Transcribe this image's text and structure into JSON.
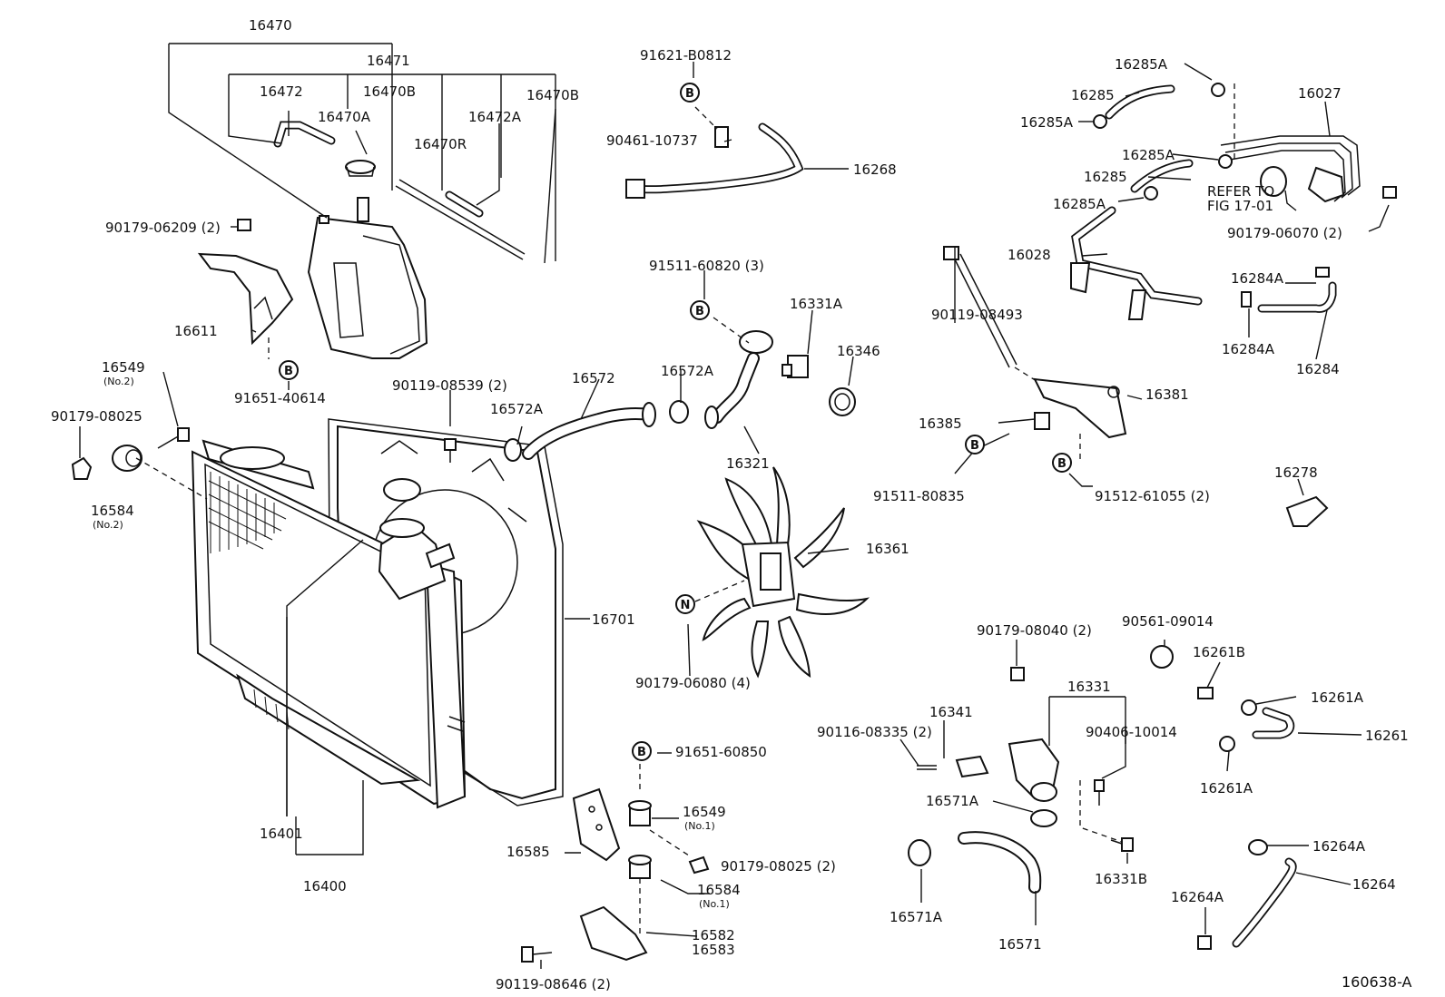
{
  "figure_code": "160638-A",
  "callouts": {
    "p16470": "16470",
    "p16471": "16471",
    "p16472": "16472",
    "p16470B_1": "16470B",
    "p16470B_2": "16470B",
    "p16470A": "16470A",
    "p16472A": "16472A",
    "p16470R": "16470R",
    "p90179_06209": "90179-06209 (2)",
    "p16611": "16611",
    "p91651_40614": "91651-40614",
    "p16549_top": "16549",
    "p16549_top_sub": "(No.2)",
    "p90179_08025_top": "90179-08025",
    "p16584_top": "16584",
    "p16584_top_sub": "(No.2)",
    "p90119_08539": "90119-08539 (2)",
    "p16572": "16572",
    "p16572A_1": "16572A",
    "p16572A_2": "16572A",
    "p16701": "16701",
    "p16401": "16401",
    "p16400": "16400",
    "p91621_B0812": "91621-B0812",
    "p90461_10737": "90461-10737",
    "p16268": "16268",
    "p91511_60820": "91511-60820 (3)",
    "p16331A": "16331A",
    "p16346": "16346",
    "p16321": "16321",
    "p16361": "16361",
    "p90179_06080": "90179-06080 (4)",
    "p91651_60850": "91651-60850",
    "p16549_bot": "16549",
    "p16549_bot_sub": "(No.1)",
    "p16585": "16585",
    "p90179_08025_bot": "90179-08025 (2)",
    "p16584_bot": "16584",
    "p16584_bot_sub": "(No.1)",
    "p16582": "16582",
    "p16583": "16583",
    "p90119_08646": "90119-08646 (2)",
    "p16285A_1": "16285A",
    "p16285_1": "16285",
    "p16285A_2": "16285A",
    "p16285A_3": "16285A",
    "p16285_2": "16285",
    "p16285A_4": "16285A",
    "p16027": "16027",
    "refer_1": "REFER TO",
    "refer_2": "FIG 17-01",
    "p90179_06070": "90179-06070 (2)",
    "p16028": "16028",
    "p16284A_1": "16284A",
    "p16284A_2": "16284A",
    "p16284": "16284",
    "p90119_08493": "90119-08493",
    "p16385": "16385",
    "p16381": "16381",
    "p91511_80835": "91511-80835",
    "p91512_61055": "91512-61055 (2)",
    "p16278": "16278",
    "p90561_09014": "90561-09014",
    "p16261B": "16261B",
    "p16261A_1": "16261A",
    "p16261": "16261",
    "p16261A_2": "16261A",
    "p90179_08040": "90179-08040 (2)",
    "p16331": "16331",
    "p90406_10014": "90406-10014",
    "p16341": "16341",
    "p90116_08335": "90116-08335 (2)",
    "p16571A_1": "16571A",
    "p16571A_2": "16571A",
    "p16571": "16571",
    "p16331B": "16331B",
    "p16264A_1": "16264A",
    "p16264": "16264",
    "p16264A_2": "16264A"
  },
  "symbols": {
    "bolt_b": "B",
    "nut_n": "N"
  }
}
